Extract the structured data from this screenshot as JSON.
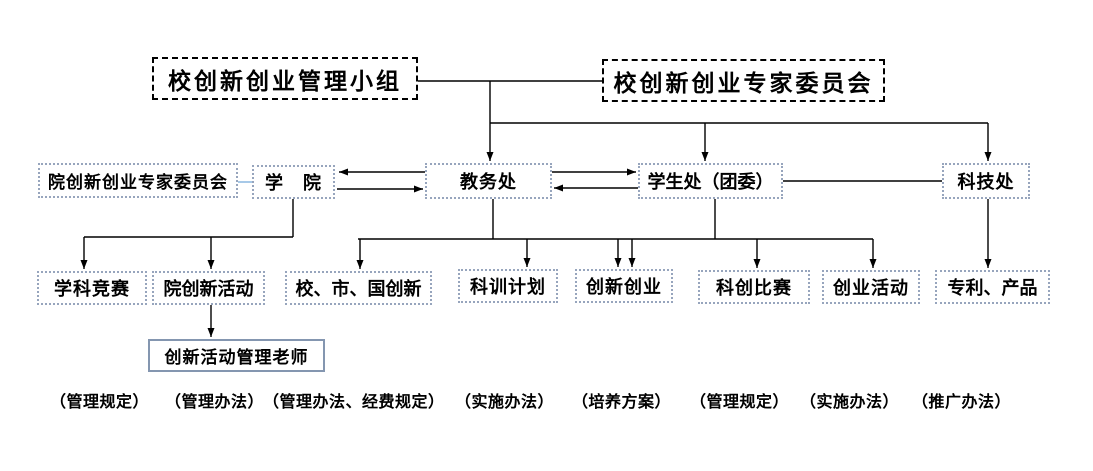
{
  "nodes": {
    "mgmt_group": "校创新创业管理小组",
    "expert_committee": "校创新创业专家委员会",
    "college_expert_committee": "院创新创业专家委员会",
    "college": "学　院",
    "academic_affairs": "教务处",
    "student_affairs": "学生处（团委）",
    "sci_tech": "科技处",
    "subject_competition": "学科竞赛",
    "college_innovation": "院创新活动",
    "school_city_national_innovation": "校、市、国创新",
    "sci_training_plan": "科训计划",
    "innovation_startup": "创新创业",
    "sci_innovation_competition": "科创比赛",
    "startup_activity": "创业活动",
    "patent_product": "专利、产品",
    "innovation_activity_teacher": "创新活动管理老师"
  },
  "footnotes": [
    "（管理规定）",
    "（管理办法）",
    "（管理办法、经费规定）",
    "（实施办法）",
    "（培养方案）",
    "（管理规定）",
    "（实施办法）",
    "（推广办法）"
  ],
  "colors": {
    "line": "#000000",
    "node_border": "#97a5bd",
    "teacher_border": "#8496b0",
    "blue_link": "#9dc3e6",
    "background": "#ffffff"
  }
}
